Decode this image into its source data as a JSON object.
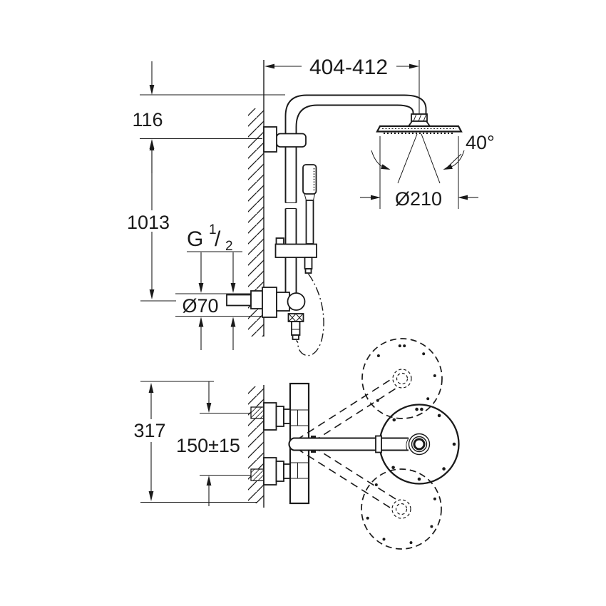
{
  "page": {
    "background": "#ffffff",
    "ink_color": "#1a1a1a"
  },
  "labels": {
    "arm_reach": "404-412",
    "arm_height_offset": "116",
    "riser_height": "1013",
    "thread": {
      "prefix": "G",
      "numerator": "1",
      "slash": "/",
      "denominator": "2"
    },
    "escutcheon_diameter": "Ø70",
    "head_swivel_angle": "40°",
    "head_diameter": "Ø210",
    "projection_depth": "317",
    "inlet_spacing": "150±15"
  }
}
